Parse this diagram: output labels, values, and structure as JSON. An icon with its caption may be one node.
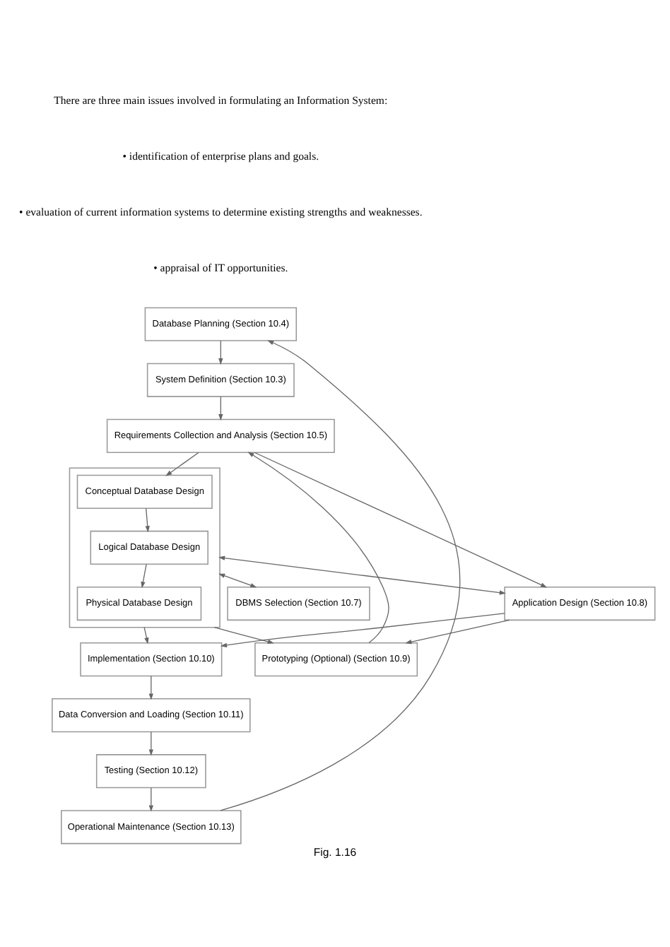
{
  "diagram": {
    "caption": "Fig. 1.16",
    "nodes": [
      {
        "text": [
          "Database Planning (Section 10.4)"
        ]
      },
      {
        "text": [
          "System Definition (Section 10.3)"
        ]
      },
      {
        "text": [
          "Requirements Collection and Analysis (Section 10.5)"
        ]
      },
      {
        "text": [],
        "shape": "box"
      },
      {
        "text": [
          "Conceptual Database Design"
        ],
        "in": 3
      },
      {
        "text": [
          "Logical Database Design"
        ],
        "in": 3
      },
      {
        "text": [
          "Physical Database Design"
        ],
        "in": 3
      },
      {
        "text": [
          "DBMS Selection (Section 10.7)"
        ]
      },
      {
        "text": [
          "Application Design (Section 10.8)"
        ]
      },
      {
        "text": [
          "Prototyping (Optional) (Section 10.9)"
        ]
      },
      {
        "text": [
          "Implementation (Section 10.10)"
        ]
      },
      {
        "text": [
          "Data Conversion and Loading (Section 10.11)"
        ]
      },
      {
        "text": [
          "Testing (Section 10.12)"
        ]
      },
      {
        "text": [
          "Operational Maintenance (Section 10.13)"
        ]
      }
    ],
    "edges": [
      {
        "from": 0,
        "to": 1,
        "arrow": "to"
      },
      {
        "from": 1,
        "to": 2,
        "arrow": "to"
      },
      {
        "from": 2,
        "to": 4,
        "arrow": "to"
      },
      {
        "from": 4,
        "to": 5,
        "arrow": "to"
      },
      {
        "from": 5,
        "to": 6,
        "arrow": "to"
      },
      {
        "from": 2,
        "to": 8,
        "arrow": "to"
      },
      {
        "from": 7,
        "to": 3,
        "arrow": "both"
      },
      {
        "from": 8,
        "to": 3,
        "arrow": "both"
      },
      {
        "from": 3,
        "to": 9,
        "arrow": "to"
      },
      {
        "from": 3,
        "to": 10,
        "arrow": "to"
      },
      {
        "from": 8,
        "to": 9,
        "arrow": "to"
      },
      {
        "from": 8,
        "to": 10,
        "arrow": "to"
      },
      {
        "from": 9,
        "to": 2,
        "arrow": "to"
      },
      {
        "from": 10,
        "to": 11,
        "arrow": "to"
      },
      {
        "from": 11,
        "to": 12,
        "arrow": "to"
      },
      {
        "from": 12,
        "to": 13,
        "arrow": "to"
      },
      {
        "from": 13,
        "to": 0,
        "arrow": "to"
      }
    ],
    "labels": [
      "There are three main issues involved in formulating an Information System:",
      "• identification of enterprise plans and goals.",
      "• evaluation of current information systems to determine existing strengths and weaknesses.",
      "• appraisal of IT opportunities."
    ]
  }
}
